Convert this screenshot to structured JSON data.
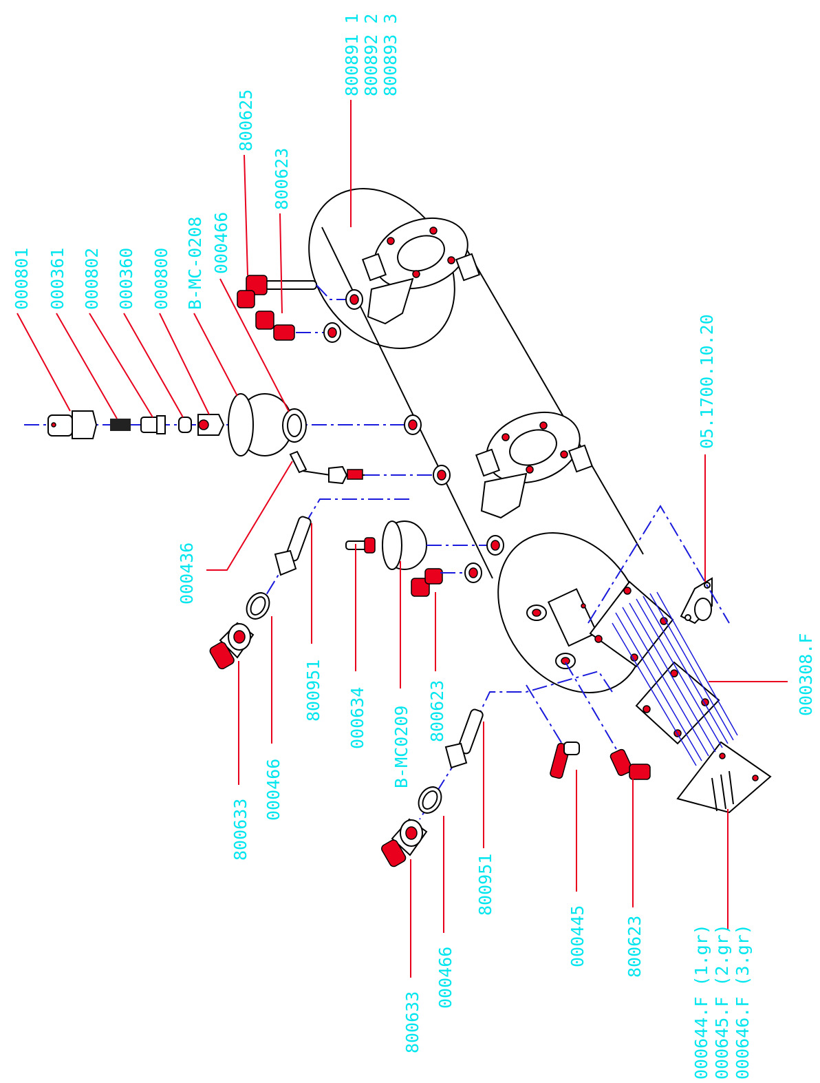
{
  "colors": {
    "label": "#00e5ee",
    "leader": "#e8001c",
    "axis": "#1a1adc",
    "outline": "#000000",
    "part_highlight": "#e8001c"
  },
  "labels": {
    "l000801": "000801",
    "l000361": "000361",
    "l000802": "000802",
    "l000360": "000360",
    "l000800": "000800",
    "lBMC0208": "B-MC-0208",
    "l000466_top": "000466",
    "l800625": "800625",
    "l800623_top": "800623",
    "l800891": "800891 1",
    "l800892": "800892 2",
    "l800893": "800893 3",
    "l05170": "05.1700.10.20",
    "l000308F": "000308.F",
    "l000436": "000436",
    "l800951_a": "800951",
    "l000634": "000634",
    "lBMC0209": "B-MC0209",
    "l800623_mid": "800623",
    "l800633_a": "800633",
    "l000466_mid": "000466",
    "l800951_b": "800951",
    "l000445": "000445",
    "l800623_bot": "800623",
    "l800633_b": "800633",
    "l000466_bot": "000466",
    "l000644F": "000644.F  (1.gr)",
    "l000645F": "000645.F  (2.gr)",
    "l000646F": "000646.F  (3.gr)"
  }
}
